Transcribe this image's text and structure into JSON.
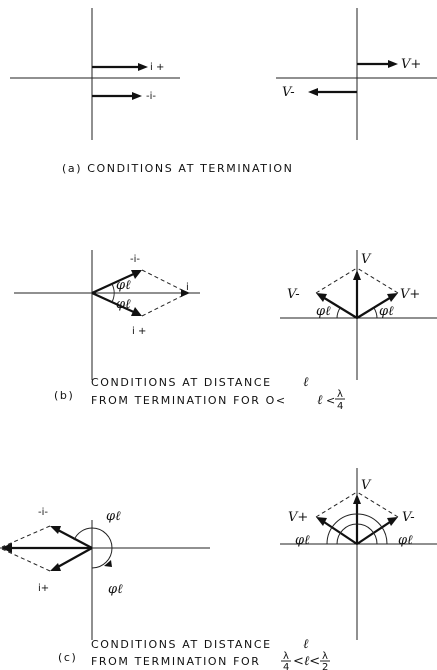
{
  "panel_a": {
    "caption": "(a)  CONDITIONS  AT  TERMINATION",
    "i_plus": "i +",
    "i_minus": "-i-",
    "v_plus": "V+",
    "v_minus": "V-"
  },
  "panel_b": {
    "letter": "(b)",
    "caption_line1": "CONDITIONS  AT  DISTANCE",
    "caption_var": "ℓ",
    "caption_line2": "FROM  TERMINATION  FOR  O<",
    "caption_line2_mid": "ℓ",
    "caption_line2_end": "<",
    "frac_num": "λ",
    "frac_den": "4",
    "i_minus": "-i-",
    "i_plus": "i +",
    "i": "i",
    "phi_l": "φℓ",
    "v": "V",
    "v_plus": "V+",
    "v_minus": "V-"
  },
  "panel_c": {
    "letter": "(c)",
    "caption_line1": "CONDITIONS  AT  DISTANCE",
    "caption_var": "ℓ",
    "caption_line2": "FROM  TERMINATION  FOR",
    "frac1_num": "λ",
    "frac1_den": "4",
    "mid": "<ℓ<",
    "frac2_num": "λ",
    "frac2_den": "2",
    "i_minus": "-i-",
    "i_plus": "i+",
    "phi_l": "φℓ",
    "v": "V",
    "v_plus": "V+",
    "v_minus": "V-"
  }
}
